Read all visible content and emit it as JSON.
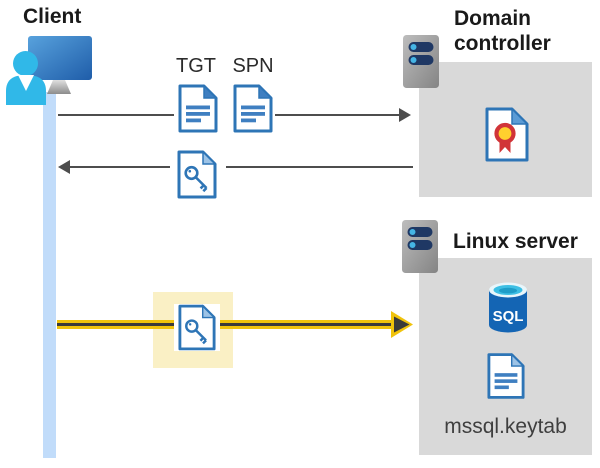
{
  "diagram": {
    "client_label": "Client",
    "tgt_label": "TGT",
    "spn_label": "SPN",
    "domain_controller_label_line1": "Domain",
    "domain_controller_label_line2": "controller",
    "linux_server_label": "Linux server",
    "sql_badge": "SQL",
    "keytab_label": "mssql.keytab"
  },
  "icons": {
    "client": "client-user-monitor-icon",
    "server": "server-icon",
    "document": "document-icon",
    "key_document": "key-document-icon",
    "certificate": "certificate-icon",
    "sql_database": "sql-database-icon"
  },
  "colors": {
    "document_blue": "#2e75b6",
    "panel_gray": "#d9d9d9",
    "arrow_gray": "#4d4d4d",
    "arrow_yellow": "#f0c30c",
    "highlight_yellow": "#faf0c5",
    "client_timeline_blue": "#c1dcfa",
    "person_cyan": "#30b8e8"
  }
}
